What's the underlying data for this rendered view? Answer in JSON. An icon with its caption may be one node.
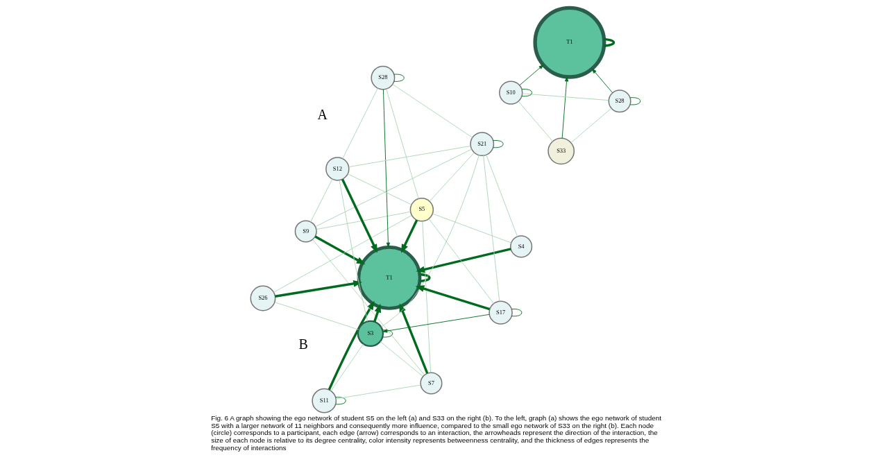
{
  "diagram": {
    "caption": "Fig. 6 A graph showing the ego network of student S5 on the left (a) and S33 on the right (b). To the left, graph (a) shows the ego network of student S5 with a larger network of 11 neighbors and consequently more influence, compared to the small ego network of S33 on the right (b). Each node (circle) corresponds to a participant, each edge (arrow) corresponds to an interaction, the arrowheads represent the direction of the interaction, the size of each node is relative to its degree centrality, color intensity represents betweenness centrality, and the thickness of edges represents the frequency of interactions",
    "nodes": [
      {
        "text": [
          "T1"
        ]
      },
      {
        "text": [
          "S11"
        ]
      },
      {
        "text": [
          "S7"
        ]
      },
      {
        "text": [
          "S9"
        ]
      },
      {
        "text": [
          "S26"
        ]
      },
      {
        "text": [
          "S3"
        ]
      },
      {
        "text": [
          "S4"
        ]
      },
      {
        "text": [
          "S28"
        ]
      },
      {
        "text": [
          "S12"
        ]
      },
      {
        "text": [
          "S21"
        ]
      },
      {
        "text": [
          "S17"
        ]
      },
      {
        "text": [
          "S5"
        ]
      },
      {
        "text": [
          "T1"
        ]
      },
      {
        "text": [
          "S33"
        ]
      },
      {
        "text": [
          "S28"
        ]
      },
      {
        "text": [
          "S10"
        ]
      }
    ],
    "edges": [
      {
        "from": 1,
        "to": 0,
        "arrow": "to",
        "style": "thick",
        "color": "#006b1e"
      },
      {
        "from": 2,
        "to": 0,
        "arrow": "to",
        "style": "thick",
        "color": "#006b1e"
      },
      {
        "from": 3,
        "to": 0,
        "arrow": "to",
        "style": "thick",
        "color": "#006b1e"
      },
      {
        "from": 4,
        "to": 0,
        "arrow": "to",
        "style": "thick",
        "color": "#006b1e"
      },
      {
        "from": 5,
        "to": 0,
        "arrow": "to",
        "style": "thick",
        "color": "#006b1e"
      },
      {
        "from": 6,
        "to": 0,
        "arrow": "to",
        "style": "thick",
        "color": "#006b1e"
      },
      {
        "from": 7,
        "to": 0,
        "arrow": "to",
        "color": "#006b1e"
      },
      {
        "from": 8,
        "to": 0,
        "arrow": "to",
        "style": "thick",
        "color": "#006b1e"
      },
      {
        "from": 10,
        "to": 0,
        "arrow": "to",
        "style": "thick",
        "color": "#006b1e"
      },
      {
        "from": 11,
        "to": 0,
        "arrow": "to",
        "style": "thick",
        "color": "#006b1e"
      },
      {
        "from": 0,
        "to": 0,
        "arrow": "none",
        "style": "thick",
        "color": "#006b1e"
      },
      {
        "from": 1,
        "to": 1,
        "arrow": "none",
        "color": "#006b1e"
      },
      {
        "from": 5,
        "to": 5,
        "arrow": "none",
        "color": "#006b1e"
      },
      {
        "from": 7,
        "to": 7,
        "arrow": "none",
        "color": "#006b1e"
      },
      {
        "from": 9,
        "to": 9,
        "arrow": "none",
        "color": "#006b1e"
      },
      {
        "from": 10,
        "to": 10,
        "arrow": "none",
        "color": "#006b1e"
      },
      {
        "from": 10,
        "to": 5,
        "arrow": "to",
        "color": "#006b1e"
      },
      {
        "from": 1,
        "to": 2,
        "arrow": "none",
        "color": "#a9d6b4"
      },
      {
        "from": 1,
        "to": 5,
        "arrow": "none",
        "color": "#a9d6b4"
      },
      {
        "from": 2,
        "to": 3,
        "arrow": "none",
        "color": "#a9d6b4"
      },
      {
        "from": 2,
        "to": 5,
        "arrow": "none",
        "color": "#a9d6b4"
      },
      {
        "from": 2,
        "to": 11,
        "arrow": "none",
        "color": "#a9d6b4"
      },
      {
        "from": 3,
        "to": 8,
        "arrow": "none",
        "color": "#a9d6b4"
      },
      {
        "from": 3,
        "to": 11,
        "arrow": "none",
        "color": "#a9d6b4"
      },
      {
        "from": 3,
        "to": 9,
        "arrow": "none",
        "color": "#a9d6b4"
      },
      {
        "from": 4,
        "to": 5,
        "arrow": "none",
        "color": "#a9d6b4"
      },
      {
        "from": 4,
        "to": 11,
        "arrow": "none",
        "color": "#a9d6b4"
      },
      {
        "from": 7,
        "to": 8,
        "arrow": "none",
        "color": "#a9d6b4"
      },
      {
        "from": 7,
        "to": 11,
        "arrow": "none",
        "color": "#a9d6b4"
      },
      {
        "from": 7,
        "to": 9,
        "arrow": "none",
        "color": "#a9d6b4"
      },
      {
        "from": 8,
        "to": 9,
        "arrow": "none",
        "color": "#a9d6b4"
      },
      {
        "from": 8,
        "to": 5,
        "arrow": "none",
        "color": "#a9d6b4"
      },
      {
        "from": 8,
        "to": 11,
        "arrow": "none",
        "color": "#a9d6b4"
      },
      {
        "from": 11,
        "to": 9,
        "arrow": "none",
        "color": "#a9d6b4"
      },
      {
        "from": 11,
        "to": 10,
        "arrow": "none",
        "color": "#a9d6b4"
      },
      {
        "from": 11,
        "to": 6,
        "arrow": "none",
        "color": "#a9d6b4"
      },
      {
        "from": 9,
        "to": 6,
        "arrow": "none",
        "color": "#a9d6b4"
      },
      {
        "from": 9,
        "to": 5,
        "arrow": "none",
        "color": "#a9d6b4"
      },
      {
        "from": 9,
        "to": 10,
        "arrow": "none",
        "color": "#a9d6b4"
      },
      {
        "from": 13,
        "to": 12,
        "arrow": "to",
        "color": "#006b1e"
      },
      {
        "from": 15,
        "to": 12,
        "arrow": "to",
        "color": "#006b1e"
      },
      {
        "from": 14,
        "to": 12,
        "arrow": "to",
        "color": "#006b1e"
      },
      {
        "from": 12,
        "to": 12,
        "arrow": "none",
        "style": "thick",
        "color": "#006b1e"
      },
      {
        "from": 14,
        "to": 14,
        "arrow": "none",
        "color": "#006b1e"
      },
      {
        "from": 15,
        "to": 15,
        "arrow": "none",
        "color": "#006b1e"
      },
      {
        "from": 13,
        "to": 14,
        "arrow": "none",
        "color": "#a9d6b4"
      },
      {
        "from": 13,
        "to": 15,
        "arrow": "none",
        "color": "#a9d6b4"
      },
      {
        "from": 15,
        "to": 14,
        "arrow": "none",
        "color": "#a9d6b4"
      }
    ],
    "labels": [
      "A",
      "B"
    ]
  }
}
